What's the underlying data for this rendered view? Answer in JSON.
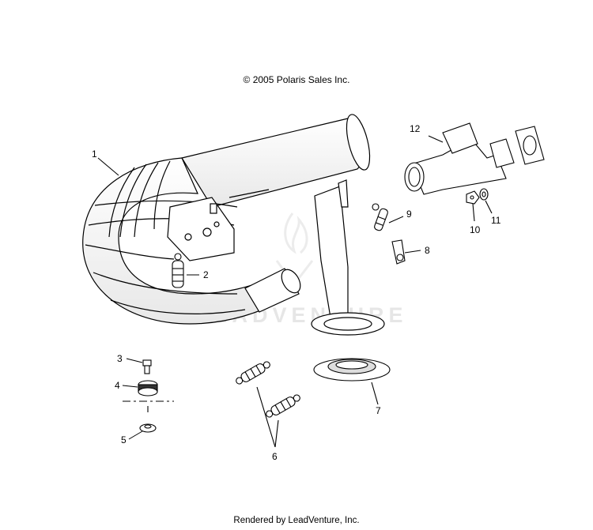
{
  "copyright": "© 2005 Polaris Sales Inc.",
  "footer": "Rendered by LeadVenture, Inc.",
  "watermark": "LEADVENTURE",
  "callouts": [
    {
      "id": "1",
      "label": "1"
    },
    {
      "id": "2",
      "label": "2"
    },
    {
      "id": "3",
      "label": "3"
    },
    {
      "id": "4",
      "label": "4"
    },
    {
      "id": "5",
      "label": "5"
    },
    {
      "id": "6",
      "label": "6"
    },
    {
      "id": "7",
      "label": "7"
    },
    {
      "id": "8",
      "label": "8"
    },
    {
      "id": "9",
      "label": "9"
    },
    {
      "id": "10",
      "label": "10"
    },
    {
      "id": "11",
      "label": "11"
    },
    {
      "id": "12",
      "label": "12"
    }
  ]
}
